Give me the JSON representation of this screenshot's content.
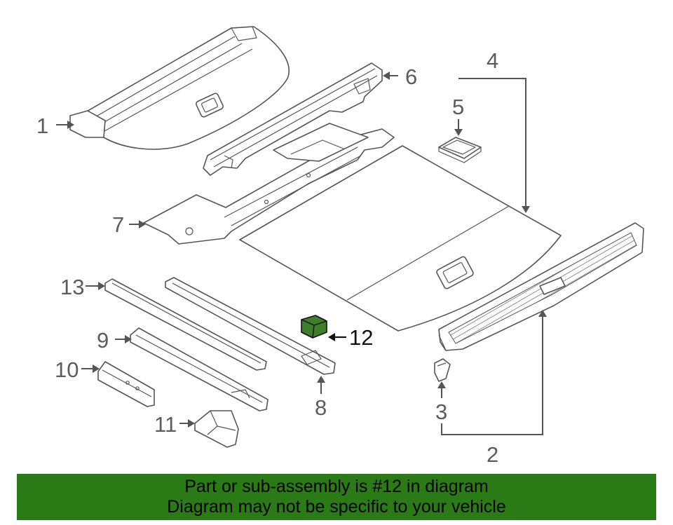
{
  "diagram": {
    "callouts": {
      "c1": "1",
      "c2": "2",
      "c3": "3",
      "c4": "4",
      "c5": "5",
      "c6": "6",
      "c7": "7",
      "c8": "8",
      "c9": "9",
      "c10": "10",
      "c11": "11",
      "c12": "12",
      "c13": "13"
    },
    "highlighted_part": "12",
    "highlight_color": "#3f7f2a",
    "line_color": "#555555"
  },
  "banner": {
    "line1": "Part or sub-assembly is #12 in diagram",
    "line2": "Diagram may not be specific to your vehicle",
    "background": "#2a7a16"
  }
}
